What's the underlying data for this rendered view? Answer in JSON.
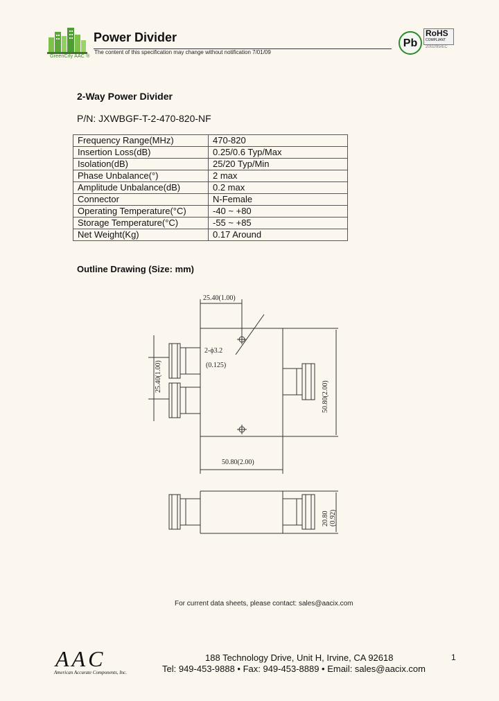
{
  "header": {
    "logo_caption": "GreenCity AAC ®",
    "title": "Power Divider",
    "notice": "The content of this specification may change without notification 7/01/09",
    "pb_badge": "Pb",
    "rohs": {
      "title": "RoHS",
      "subtitle": "COMPLIANT",
      "date": "2002/95/EC"
    }
  },
  "product": {
    "title": "2-Way Power Divider",
    "part_number": "P/N: JXWBGF-T-2-470-820-NF"
  },
  "specs": [
    {
      "param": "Frequency Range(MHz)",
      "value": "470-820"
    },
    {
      "param": "Insertion Loss(dB)",
      "value": "0.25/0.6 Typ/Max"
    },
    {
      "param": "Isolation(dB)",
      "value": "25/20 Typ/Min"
    },
    {
      "param": "Phase Unbalance(°)",
      "value": "2 max"
    },
    {
      "param": "Amplitude Unbalance(dB)",
      "value": "0.2 max"
    },
    {
      "param": "Connector",
      "value": "N-Female"
    },
    {
      "param": "Operating Temperature(°C)",
      "value": "-40 ~ +80"
    },
    {
      "param": "Storage Temperature(°C)",
      "value": "-55 ~ +85"
    },
    {
      "param": "Net Weight(Kg)",
      "value": "0.17 Around"
    }
  ],
  "outline": {
    "heading": "Outline Drawing (Size: mm)",
    "dim_top": "25.40(1.00)",
    "hole_dia": "2-ϕ3.2",
    "hole_dia_in": "(0.125)",
    "dim_left": "25.40(1.00)",
    "dim_right": "50.80(2.00)",
    "dim_bottom": "50.80(2.00)",
    "dim_side_mm": "20.80",
    "dim_side_in": "(0.92)"
  },
  "footer": {
    "contact_line": "For current data sheets, please contact: sales@aacix.com",
    "logo_text": "AAC",
    "company": "American Accurate Components, Inc.",
    "address": "188 Technology Drive, Unit H, Irvine, CA 92618",
    "contacts": "Tel: 949-453-9888 • Fax: 949-453-8889 • Email: sales@aacix.com",
    "page_number": "1"
  }
}
